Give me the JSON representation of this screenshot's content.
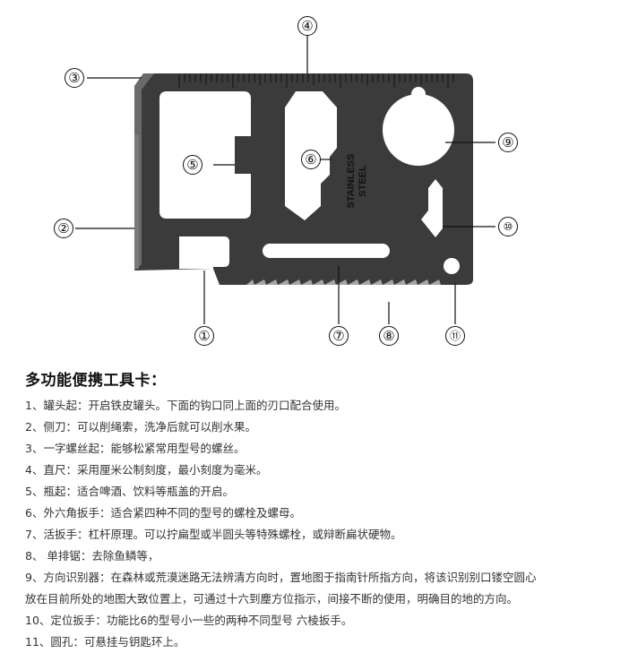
{
  "diagram": {
    "card_text": [
      "STAINLESS",
      "STEEL"
    ],
    "card_color": "#3b3b3b",
    "callouts": [
      {
        "id": "1",
        "label": "①"
      },
      {
        "id": "2",
        "label": "②"
      },
      {
        "id": "3",
        "label": "③"
      },
      {
        "id": "4",
        "label": "④"
      },
      {
        "id": "5",
        "label": "⑤"
      },
      {
        "id": "6",
        "label": "⑥"
      },
      {
        "id": "7",
        "label": "⑦"
      },
      {
        "id": "8",
        "label": "⑧"
      },
      {
        "id": "9",
        "label": "⑨"
      },
      {
        "id": "10",
        "label": "⑩"
      },
      {
        "id": "11",
        "label": "⑪"
      }
    ]
  },
  "description": {
    "title": "多功能便携工具卡：",
    "items": [
      "1、罐头起：开启铁皮罐头。下面的钩口同上面的刃口配合使用。",
      "2、侧刀：可以削绳索，洗净后就可以削水果。",
      "3、一字螺丝起：能够松紧常用型号的螺丝。",
      "4、直尺：采用厘米公制刻度，最小刻度为毫米。",
      "5、瓶起：适合啤酒、饮料等瓶盖的开启。",
      "6、外六角扳手：适合紧四种不同的型号的螺栓及螺母。",
      "7、活扳手：杠杆原理。可以拧扁型或半圆头等特殊螺栓，或辩断扁状硬物。",
      "8、 单排锯：去除鱼鳞等，",
      "9、方向识别器：在森林或荒漠迷路无法辨清方向时，置地图于指南针所指方向，将该识别别口镂空圆心",
      "放在目前所处的地图大致位置上，可通过十六到麈方位指示，间接不断的使用，明确目的地的方向。",
      "10、定位扳手：功能比6的型号小一些的两种不同型号 六棱扳手。",
      "11、圆孔：可悬挂与钥匙环上。"
    ]
  }
}
